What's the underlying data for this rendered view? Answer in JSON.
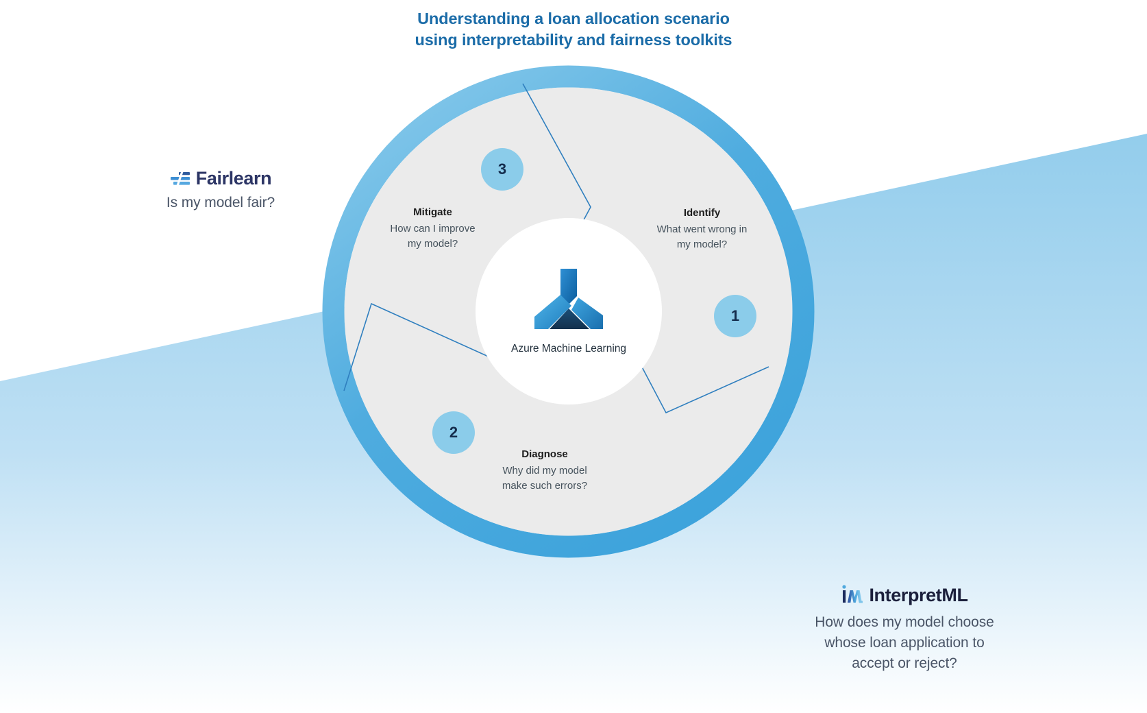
{
  "title": {
    "line1": "Understanding a loan allocation scenario",
    "line2": "using interpretability and fairness toolkits",
    "color": "#1B6CA8"
  },
  "hub": {
    "logo_name": "azure-machine-learning-logo",
    "label": "Azure Machine Learning"
  },
  "segments": [
    {
      "number": "1",
      "title": "Identify",
      "desc_line1": "What went wrong in",
      "desc_line2": "my model?"
    },
    {
      "number": "2",
      "title": "Diagnose",
      "desc_line1": "Why did my model",
      "desc_line2": "make such errors?"
    },
    {
      "number": "3",
      "title": "Mitigate",
      "desc_line1": "How can I improve",
      "desc_line2": "my model?"
    }
  ],
  "toolkits": {
    "fairlearn": {
      "name": "Fairlearn",
      "tagline": "Is my model fair?",
      "logo_name": "fairlearn-logo",
      "name_color": "#2C3565"
    },
    "interpretml": {
      "name": "InterpretML",
      "tagline_line1": "How does my model choose",
      "tagline_line2": "whose loan application to",
      "tagline_line3": "accept or reject?",
      "logo_name": "interpretml-logo",
      "name_color": "#1B1F3B"
    }
  },
  "theme": {
    "ring_color": "#4FACDF",
    "ring_inner_fill": "#EBEBEB",
    "bubble_color": "#8BCCEA",
    "bubble_text_color": "#142C4C",
    "background_band_color": "#93CDEC",
    "divider_line_color": "#2F7FBF"
  }
}
